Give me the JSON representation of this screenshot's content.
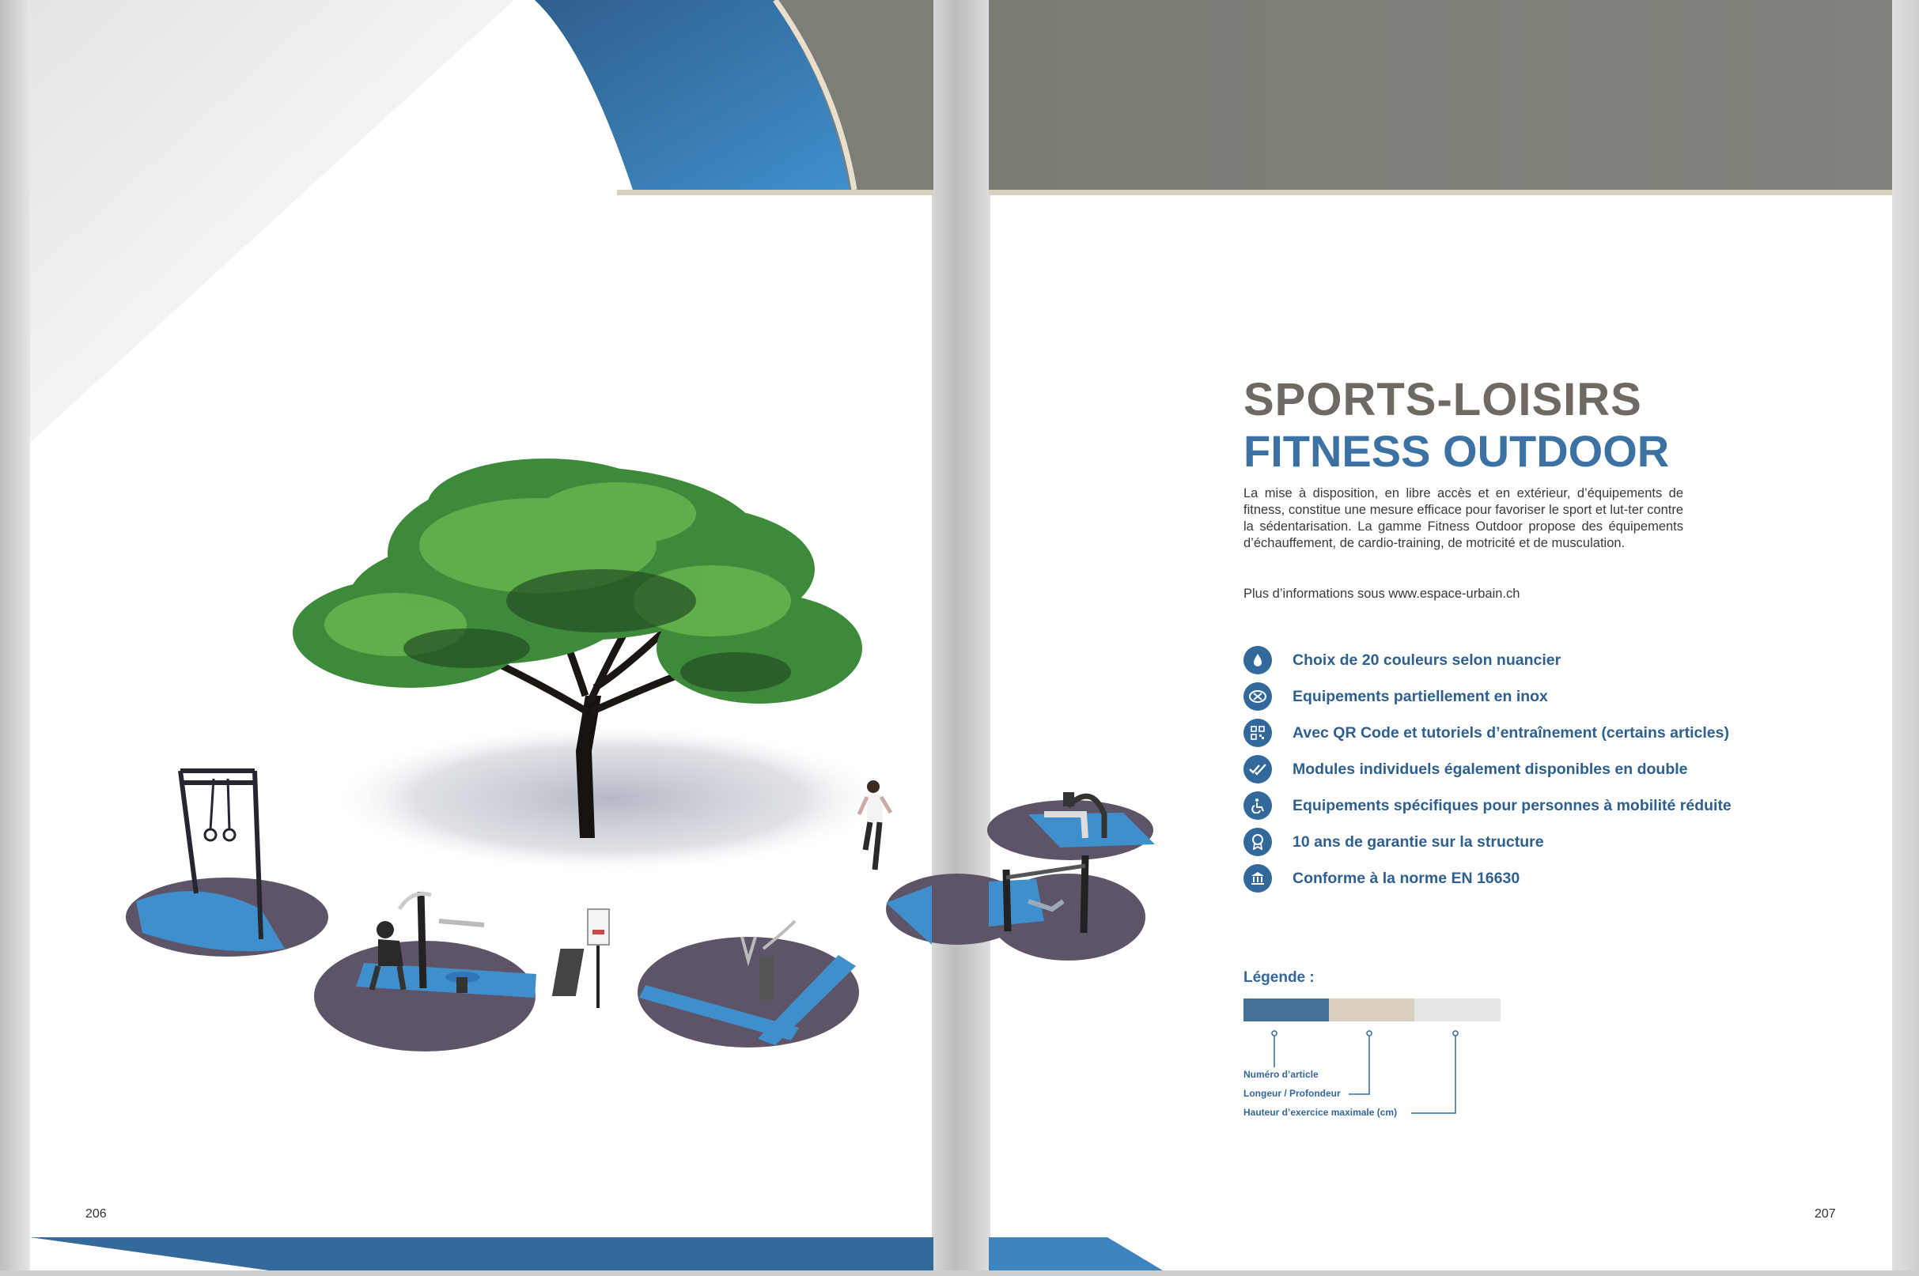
{
  "left_page": {
    "page_number": "206"
  },
  "right_page": {
    "page_number": "207",
    "heading": {
      "line1": "SPORTS-LOISIRS",
      "line2": "FITNESS OUTDOOR"
    },
    "intro_text": "La mise à disposition, en libre accès et en extérieur, d’équipements de fitness, constitue une mesure efficace pour favoriser le sport et lut-ter contre la sédentarisation. La gamme Fitness Outdoor propose des équipements d’échauffement, de cardio-training, de motricité et de musculation.",
    "more_info": "Plus d’informations sous www.espace-urbain.ch",
    "features": [
      {
        "icon": "color-drop-icon",
        "label": "Choix de 20 couleurs selon nuancier"
      },
      {
        "icon": "stainless-steel-icon",
        "label": "Equipements partiellement en inox"
      },
      {
        "icon": "qr-code-icon",
        "label": "Avec QR Code et tutoriels d’entraînement (certains articles)"
      },
      {
        "icon": "double-check-icon",
        "label": "Modules individuels également disponibles en double"
      },
      {
        "icon": "wheelchair-icon",
        "label": "Equipements spécifiques pour personnes à mobilité réduite"
      },
      {
        "icon": "guarantee-badge-icon",
        "label": "10 ans de garantie sur la structure"
      },
      {
        "icon": "institution-icon",
        "label": "Conforme à la norme EN 16630"
      }
    ],
    "legend": {
      "title": "Légende :",
      "labels": [
        "Numéro d’article",
        "Longeur / Profondeur",
        "Hauteur d’exercice maximale (cm)"
      ],
      "colors": [
        "#46719a",
        "#d9d0bd",
        "#e6e6e6"
      ]
    }
  },
  "colors": {
    "accent_blue": "#3b72a3",
    "dark_blue": "#33689a",
    "header_grey": "#7f7f78",
    "heading_grey": "#6e6a63",
    "beige": "#d9d0bd",
    "ground_purple": "#5e5467"
  }
}
